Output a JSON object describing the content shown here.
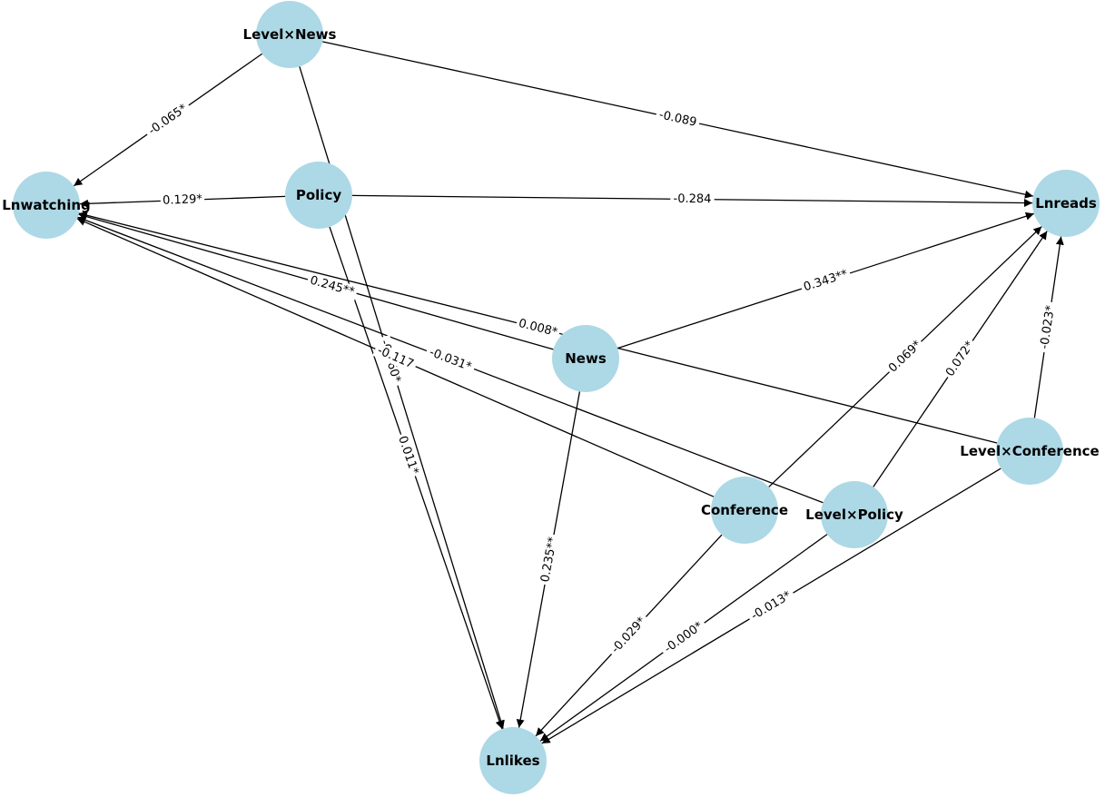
{
  "colors": {
    "node_fill": "#add8e6",
    "edge": "#000000",
    "label_bg": "#ffffff"
  },
  "nodes": [
    {
      "id": "levelnews",
      "label": "Level×News"
    },
    {
      "id": "lnwatching",
      "label": "Lnwatching"
    },
    {
      "id": "policy",
      "label": "Policy"
    },
    {
      "id": "lnreads",
      "label": "Lnreads"
    },
    {
      "id": "news",
      "label": "News"
    },
    {
      "id": "levelconf",
      "label": "Level×Conference"
    },
    {
      "id": "conference",
      "label": "Conference"
    },
    {
      "id": "levelpolicy",
      "label": "Level×Policy"
    },
    {
      "id": "lnlikes",
      "label": "Lnlikes"
    }
  ],
  "edges": [
    {
      "from": "levelnews",
      "to": "lnwatching",
      "label": "-0.065*"
    },
    {
      "from": "levelnews",
      "to": "lnreads",
      "label": "-0.089"
    },
    {
      "from": "levelnews",
      "to": "lnlikes",
      "label": "-0.060*"
    },
    {
      "from": "policy",
      "to": "lnwatching",
      "label": "0.129*"
    },
    {
      "from": "policy",
      "to": "lnreads",
      "label": "-0.284"
    },
    {
      "from": "policy",
      "to": "lnlikes",
      "label": "0.011*"
    },
    {
      "from": "news",
      "to": "lnwatching",
      "label": "0.245**"
    },
    {
      "from": "news",
      "to": "lnreads",
      "label": "0.343**"
    },
    {
      "from": "news",
      "to": "lnlikes",
      "label": "0.235**"
    },
    {
      "from": "levelconf",
      "to": "lnwatching",
      "label": "0.008*"
    },
    {
      "from": "levelconf",
      "to": "lnreads",
      "label": "-0.023*"
    },
    {
      "from": "levelconf",
      "to": "lnlikes",
      "label": "-0.013*"
    },
    {
      "from": "conference",
      "to": "lnwatching",
      "label": "-0.117"
    },
    {
      "from": "conference",
      "to": "lnreads",
      "label": "0.069*"
    },
    {
      "from": "conference",
      "to": "lnlikes",
      "label": "-0.029*"
    },
    {
      "from": "levelpolicy",
      "to": "lnwatching",
      "label": "-0.031*"
    },
    {
      "from": "levelpolicy",
      "to": "lnreads",
      "label": "0.072*"
    },
    {
      "from": "levelpolicy",
      "to": "lnlikes",
      "label": "-0.000*"
    }
  ]
}
